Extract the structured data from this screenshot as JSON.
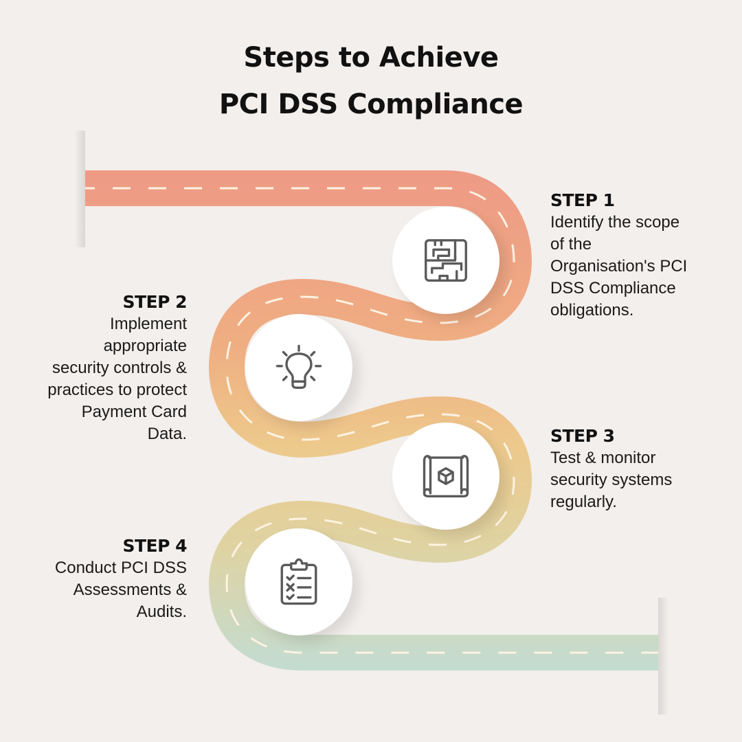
{
  "title": {
    "line1": "Steps to Achieve",
    "line2": "PCI DSS Compliance"
  },
  "colors": {
    "background": "#f3efec",
    "road_top": "#ee9a85",
    "road_mid1": "#efae82",
    "road_mid2": "#edc98c",
    "road_mid3": "#dfd3a2",
    "road_bottom": "#c3dcd1",
    "lane_marking": "#fdf3e3",
    "icon_stroke": "#5a5a5a"
  },
  "steps": [
    {
      "label": "STEP 1",
      "description": "Identify the scope\nof the\nOrganisation's PCI\nDSS Compliance\nobligations.",
      "icon": "maze-icon"
    },
    {
      "label": "STEP 2",
      "description": "Implement\nappropriate\nsecurity controls &\npractices to protect\nPayment Card\nData.",
      "icon": "lightbulb-icon"
    },
    {
      "label": "STEP 3",
      "description": "Test & monitor\nsecurity systems\nregularly.",
      "icon": "blueprint-cube-icon"
    },
    {
      "label": "STEP 4",
      "description": "Conduct PCI DSS\nAssessments &\nAudits.",
      "icon": "clipboard-checklist-icon"
    }
  ]
}
